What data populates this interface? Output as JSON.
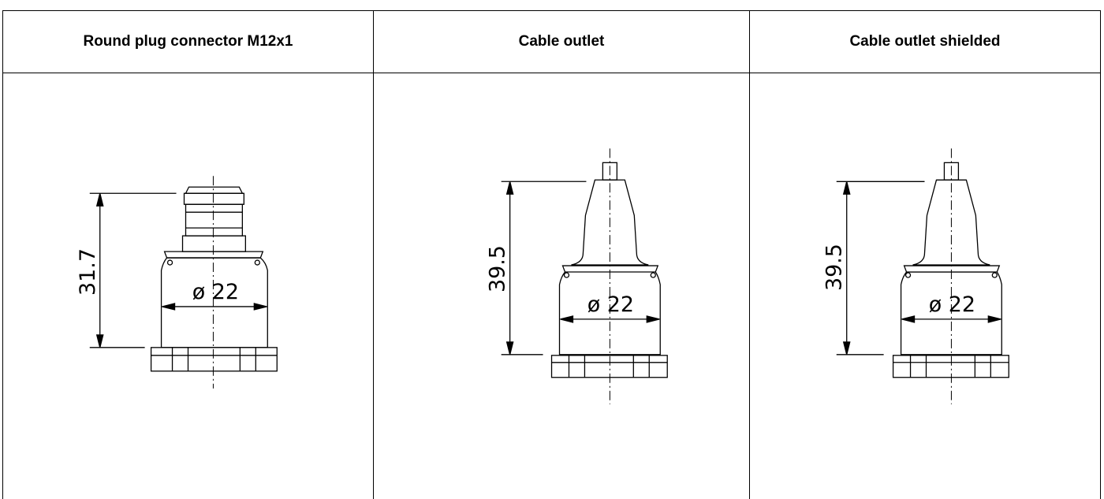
{
  "table": {
    "columns": [
      {
        "header": "Round plug connector M12x1",
        "height_dimension": "31.7",
        "diameter_dimension": "ø 22"
      },
      {
        "header": "Cable outlet",
        "height_dimension": "39.5",
        "diameter_dimension": "ø 22"
      },
      {
        "header": "Cable outlet shielded",
        "height_dimension": "39.5",
        "diameter_dimension": "ø 22"
      }
    ]
  },
  "style": {
    "line_color": "#000000",
    "background": "#ffffff"
  }
}
